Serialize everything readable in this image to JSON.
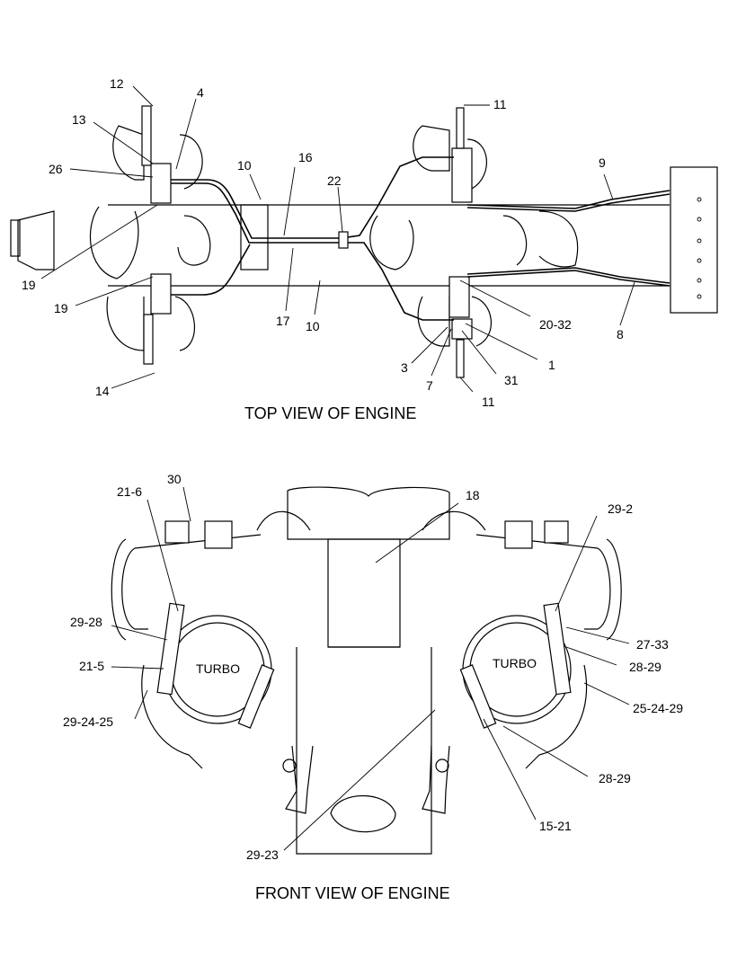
{
  "captions": {
    "top": "TOP VIEW OF ENGINE",
    "front": "FRONT VIEW OF ENGINE",
    "turbo_left": "TURBO",
    "turbo_right": "TURBO"
  },
  "callouts_top": [
    "12",
    "4",
    "13",
    "26",
    "19",
    "19",
    "14",
    "11",
    "16",
    "10",
    "22",
    "9",
    "10",
    "17",
    "20-32",
    "8",
    "3",
    "7",
    "31",
    "1",
    "11"
  ],
  "callouts_front": [
    "21-6",
    "30",
    "18",
    "29-2",
    "29-28",
    "21-5",
    "29-24-25",
    "27-33",
    "28-29",
    "25-24-29",
    "28-29",
    "15-21",
    "29-23"
  ]
}
